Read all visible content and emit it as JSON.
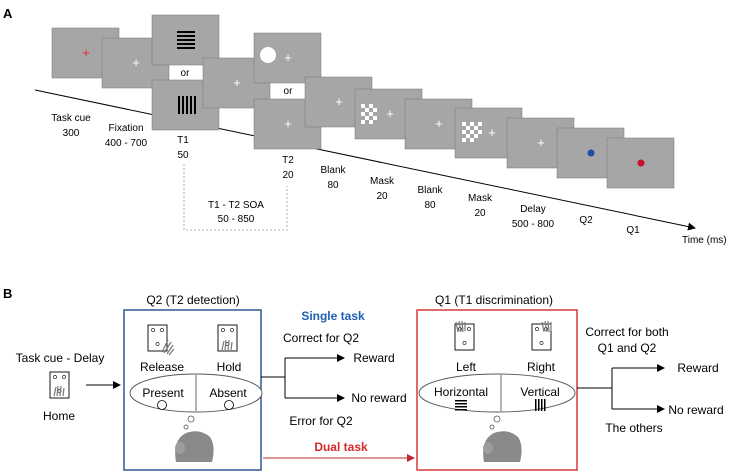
{
  "panel_a": {
    "letter": "A",
    "time_axis": "Time (ms)",
    "screens": [
      {
        "label": "Task cue",
        "value": "300"
      },
      {
        "label": "Fixation",
        "value": "400 - 700"
      },
      {
        "label": "T1",
        "value": "50"
      },
      {
        "label": "T2",
        "value": "20"
      },
      {
        "label": "Blank",
        "value": "80"
      },
      {
        "label": "Mask",
        "value": "20"
      },
      {
        "label": "Blank",
        "value": "80"
      },
      {
        "label": "Mask",
        "value": "20"
      },
      {
        "label": "Delay",
        "value": "500 - 800"
      },
      {
        "label": "Q2",
        "value": ""
      },
      {
        "label": "Q1",
        "value": ""
      }
    ],
    "or_1": "or",
    "or_2": "or",
    "soa_label": "T1 - T2 SOA",
    "soa_value": "50 - 850",
    "colors": {
      "screen": "#a6a6a6",
      "cue": "#e8262b",
      "q2_dot": "#1f4ea3",
      "q1_dot": "#c8102e"
    }
  },
  "panel_b": {
    "letter": "B",
    "task_cue_delay": "Task cue - Delay",
    "home": "Home",
    "q2_title": "Q2 (T2 detection)",
    "release": "Release",
    "hold": "Hold",
    "present": "Present",
    "absent": "Absent",
    "single_task": "Single task",
    "correct_q2": "Correct for Q2",
    "reward_1": "Reward",
    "no_reward_1": "No reward",
    "error_q2": "Error for Q2",
    "dual_task": "Dual task",
    "q1_title": "Q1 (T1 discrimination)",
    "left": "Left",
    "right": "Right",
    "horizontal": "Horizontal",
    "vertical": "Vertical",
    "correct_both_1": "Correct for both",
    "correct_both_2": "Q1 and Q2",
    "reward_2": "Reward",
    "no_reward_2": "No reward",
    "the_others": "The others",
    "colors": {
      "q2_box": "#1f4e8c",
      "q1_box": "#d42a2a",
      "single": "#1f5fb0",
      "dual": "#d42a2a"
    }
  }
}
